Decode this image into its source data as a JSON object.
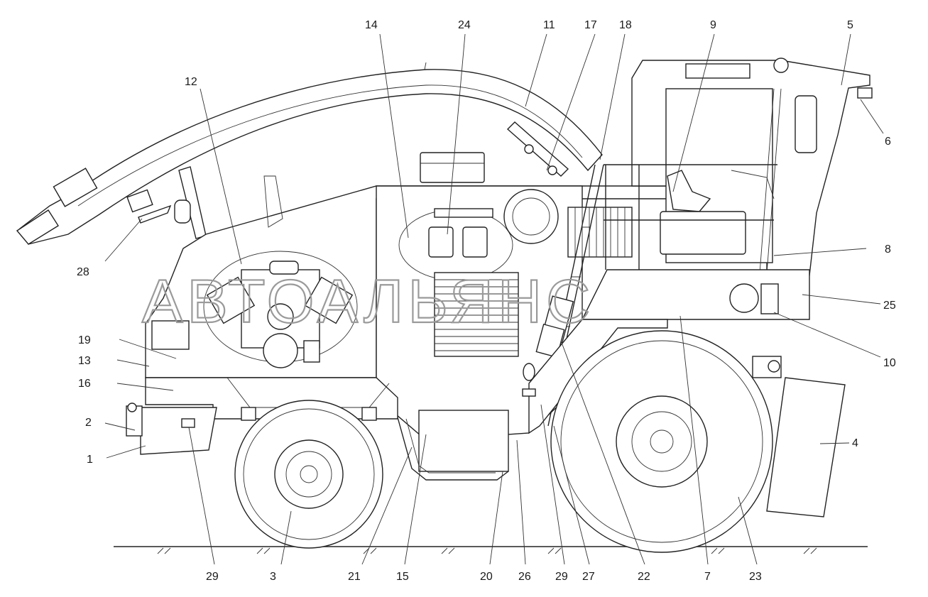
{
  "watermark": "АВТОАЛЬЯНС",
  "callouts": [
    {
      "id": "c1",
      "label": "1"
    },
    {
      "id": "c2",
      "label": "2"
    },
    {
      "id": "c3",
      "label": "3"
    },
    {
      "id": "c4",
      "label": "4"
    },
    {
      "id": "c5",
      "label": "5"
    },
    {
      "id": "c6",
      "label": "6"
    },
    {
      "id": "c7",
      "label": "7"
    },
    {
      "id": "c8",
      "label": "8"
    },
    {
      "id": "c9",
      "label": "9"
    },
    {
      "id": "c10",
      "label": "10"
    },
    {
      "id": "c11",
      "label": "11"
    },
    {
      "id": "c12",
      "label": "12"
    },
    {
      "id": "c13",
      "label": "13"
    },
    {
      "id": "c14",
      "label": "14"
    },
    {
      "id": "c15",
      "label": "15"
    },
    {
      "id": "c16",
      "label": "16"
    },
    {
      "id": "c17",
      "label": "17"
    },
    {
      "id": "c18",
      "label": "18"
    },
    {
      "id": "c19",
      "label": "19"
    },
    {
      "id": "c20",
      "label": "20"
    },
    {
      "id": "c21",
      "label": "21"
    },
    {
      "id": "c22",
      "label": "22"
    },
    {
      "id": "c23",
      "label": "23"
    },
    {
      "id": "c24",
      "label": "24"
    },
    {
      "id": "c25",
      "label": "25"
    },
    {
      "id": "c26",
      "label": "26"
    },
    {
      "id": "c27",
      "label": "27"
    },
    {
      "id": "c29a",
      "label": "29"
    },
    {
      "id": "c29b",
      "label": "29"
    },
    {
      "id": "c28",
      "label": "28"
    }
  ]
}
